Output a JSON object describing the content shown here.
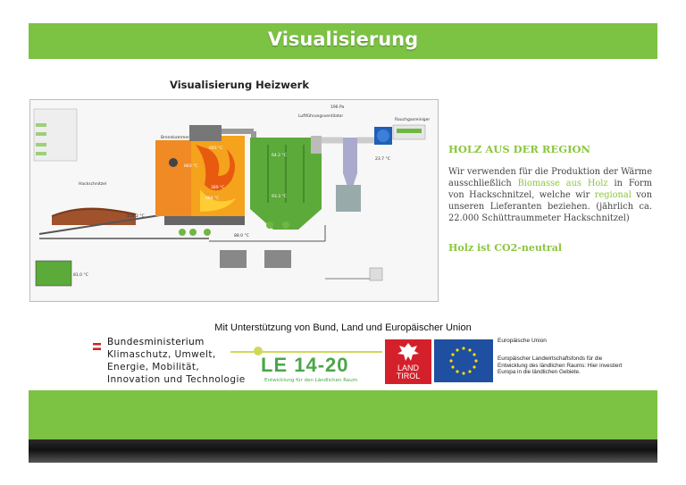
{
  "header": {
    "title": "Visualisierung"
  },
  "diagram": {
    "title": "Visualisierung Heizwerk",
    "labels": {
      "hackschnitzel": "Hackschnitzel",
      "brennkammer": "Brennkammer",
      "temp_feuer": "883 °C",
      "temp_kessel": "693 °C",
      "temp_unten": "484 °C",
      "temp_rost": "389 °C",
      "filter_temp": "64.2 °C",
      "filter_temp2": "93.3 °C",
      "abgas_temp": "23.7 °C",
      "rauchgas": "Rauchgasreiniger",
      "luft": "Luftführungsventilator",
      "kamin_temp": "154.2 °C",
      "druck": "196 Pa",
      "vorlauf": "81.0 °C",
      "ruecklauf": "88.0 °C"
    }
  },
  "side": {
    "heading": "HOLZ AUS DER REGION",
    "text_a": "Wir verwenden für die Produktion der Wärme ausschließlich ",
    "text_hl1": "Biomasse aus Holz",
    "text_b": " in Form von Hackschnitzel, welche wir ",
    "text_hl2": "regional",
    "text_c": " von unseren Lieferanten beziehen. (jährlich ca. 22.000 Schüttraummeter Hackschnitzel)",
    "heading2": "Holz ist CO2-neutral"
  },
  "support": {
    "text": "Mit Unterstützung von Bund, Land und Europäischer Union"
  },
  "ministry": {
    "line1": "Bundesministerium",
    "line2": "Klimaschutz, Umwelt,",
    "line3": "Energie, Mobilität,",
    "line4": "Innovation und Technologie"
  },
  "le": {
    "logo": "LE 14-20",
    "sub": "Entwicklung für den Ländlichen Raum"
  },
  "tirol": {
    "line1": "LAND",
    "line2": "TIROL"
  },
  "eu": {
    "label": "Europäische Union",
    "fund": "Europäischer Landwirtschaftsfonds für die Entwicklung des ländlichen Raums: Hier investiert Europa in die ländlichen Gebiete."
  },
  "colors": {
    "green": "#7cc243",
    "accent_text": "#8cc63f",
    "tirol_red": "#d4202a",
    "eu_blue": "#1f4fa0"
  }
}
